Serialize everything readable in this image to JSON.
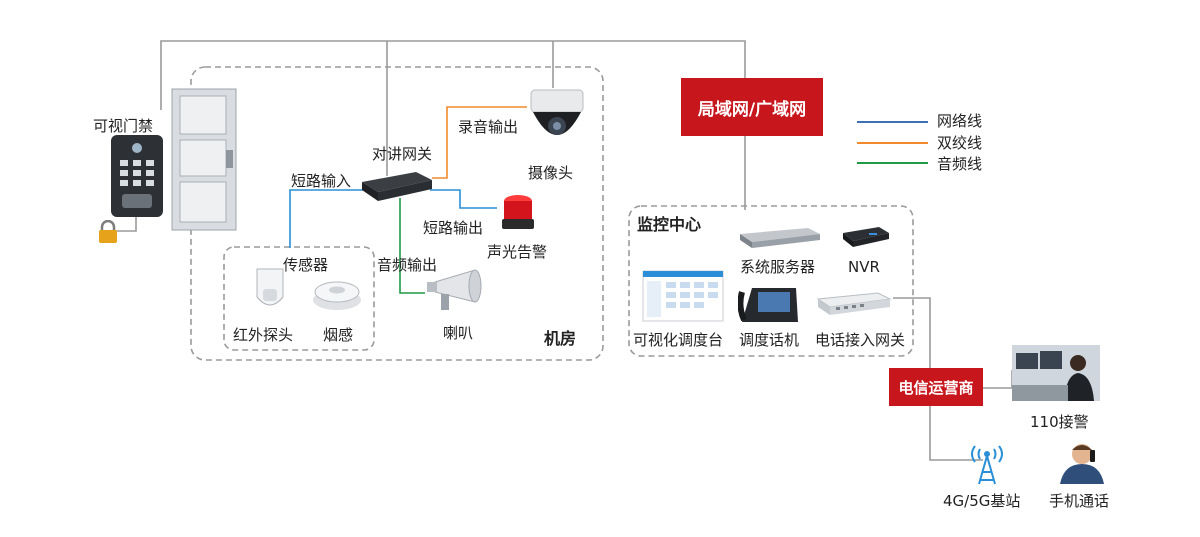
{
  "labels": {
    "door_access": "可视门禁",
    "intercom_gateway": "对讲网关",
    "short_input": "短路输入",
    "record_output": "录音输出",
    "camera": "摄像头",
    "short_output": "短路输出",
    "alarm": "声光告警",
    "audio_output": "音频输出",
    "sensor": "传感器",
    "infrared": "红外探头",
    "smoke": "烟感",
    "speaker": "喇叭",
    "machine_room": "机房",
    "lan_wan": "局域网/广域网",
    "monitor_center": "监控中心",
    "system_server": "系统服务器",
    "nvr": "NVR",
    "visual_console": "可视化调度台",
    "dispatch_phone": "调度话机",
    "phone_gateway": "电话接入网关",
    "telecom": "电信运营商",
    "police_110": "110接警",
    "base_station": "4G/5G基站",
    "mobile_call": "手机通话"
  },
  "legend": [
    {
      "label": "网络线",
      "color": "#3d6fb6"
    },
    {
      "label": "双绞线",
      "color": "#f08a2c"
    },
    {
      "label": "音频线",
      "color": "#1f9a45"
    }
  ],
  "colors": {
    "network_line": "#9a9a9a",
    "rs485_blue": "#2a8fd6",
    "record_orange": "#f08a2c",
    "audio_green": "#1f9a45",
    "red_accent": "#c8161d"
  }
}
